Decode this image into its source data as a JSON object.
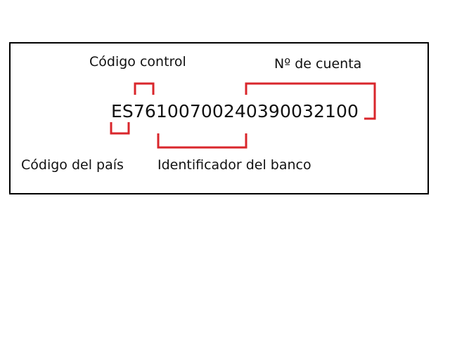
{
  "diagram": {
    "iban": "ES7610070024039003​2100",
    "labels": {
      "control": "Código control",
      "account": "Nº de cuenta",
      "country": "Código del país",
      "bank": "Identificador del banco"
    },
    "colors": {
      "bracket": "#d9262b",
      "frame": "#000000",
      "text": "#111111"
    }
  }
}
